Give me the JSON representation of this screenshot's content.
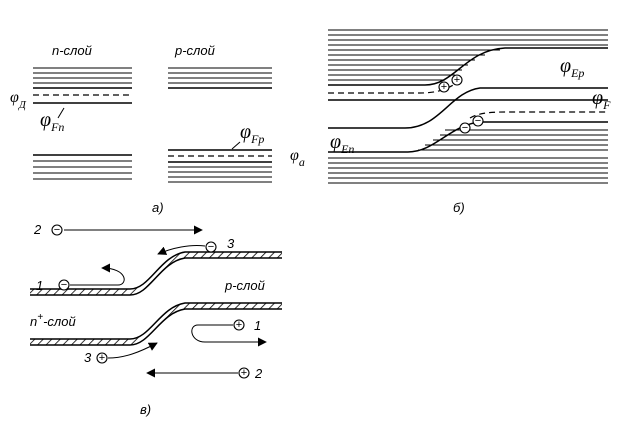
{
  "panel_a": {
    "caption": "а)",
    "n_layer_label": "n-слой",
    "p_layer_label": "p-слой",
    "phi_d": {
      "sym": "φ",
      "sub": "Д"
    },
    "phi_fn": {
      "sym": "φ",
      "sub": "Fn"
    },
    "phi_fp": {
      "sym": "φ",
      "sub": "Fp"
    },
    "phi_a": {
      "sym": "φ",
      "sub": "а"
    }
  },
  "panel_b": {
    "caption": "б)",
    "phi_ep": {
      "sym": "φ",
      "sub": "Ep"
    },
    "phi_f": {
      "sym": "φ",
      "sub": "F"
    },
    "phi_en": {
      "sym": "φ",
      "sub": "En"
    },
    "holes": [
      "+",
      "+"
    ],
    "electrons": [
      "−",
      "−"
    ]
  },
  "panel_c": {
    "caption": "в)",
    "p_layer_label": "p-слой",
    "n_layer_label": {
      "main": "n",
      "sup": "+",
      "rest": "-слой"
    },
    "electron_labels": [
      "2",
      "1",
      "3"
    ],
    "hole_labels": [
      "1",
      "3",
      "2"
    ],
    "electron_sign": "−",
    "hole_sign": "+"
  }
}
